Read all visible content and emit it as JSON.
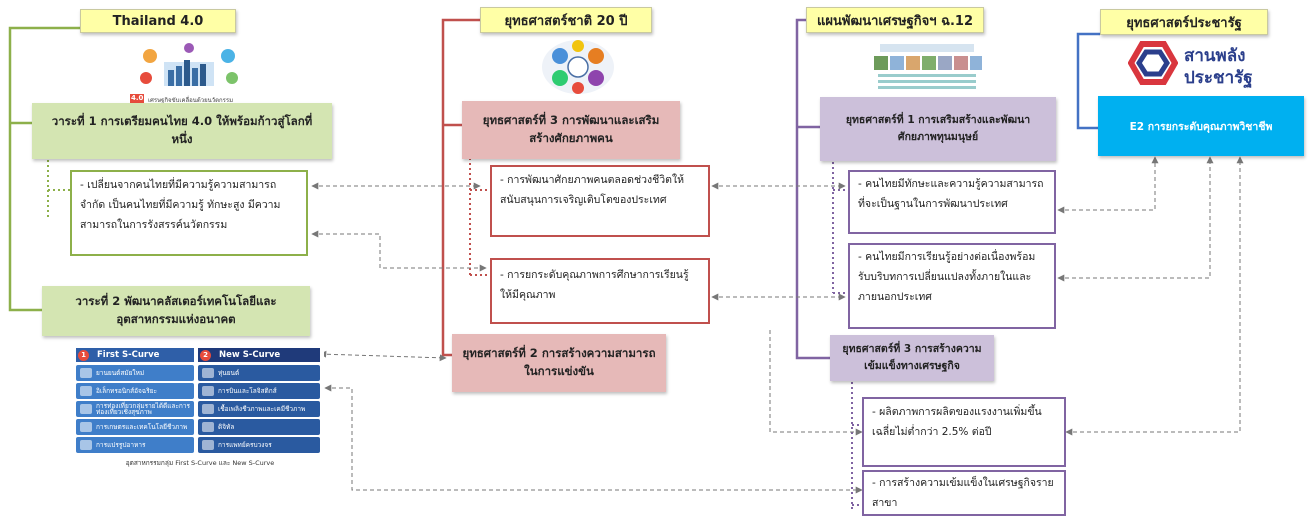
{
  "headers": {
    "thailand": "Thailand 4.0",
    "national": "ยุทธศาสตร์ชาติ 20 ปี",
    "plan": "แผนพัฒนาเศรษฐกิจฯ ฉ.12",
    "state": "ยุทธศาสตร์ประชารัฐ"
  },
  "images": {
    "thailand_caption": "เศรษฐกิจขับเคลื่อนด้วยนวัตกรรม",
    "thailand_badge": "4.0",
    "logo_line1": "สานพลัง",
    "logo_line2": "ประชารัฐ"
  },
  "agenda": {
    "a1": "วาระที่ 1 การเตรียมคนไทย 4.0 ให้พร้อมก้าวสู่โลกที่หนึ่ง",
    "a1_text": "- เปลี่ยนจากคนไทยที่มีความรู้ความสามารถจำกัด  เป็นคนไทยที่มีความรู้ ทักษะสูง มีความสามารถในการรังสรรค์นวัตกรรม",
    "a2": "วาระที่ 2 พัฒนาคลัสเตอร์เทคโนโลยีและอุตสาหกรรมแห่งอนาคต"
  },
  "scurve": {
    "first_num": "1",
    "first_title": "First S-Curve",
    "new_num": "2",
    "new_title": "New S-Curve",
    "first_items": [
      "ยานยนต์สมัยใหม่",
      "อิเล็กทรอนิกส์อัจฉริยะ",
      "การท่องเที่ยวกลุ่มรายได้ดีและการท่องเที่ยวเชิงสุขภาพ",
      "การเกษตรและเทคโนโลยีชีวภาพ",
      "การแปรรูปอาหาร"
    ],
    "new_items": [
      "หุ่นยนต์",
      "การบินและโลจิสติกส์",
      "เชื้อเพลิงชีวภาพและเคมีชีวภาพ",
      "ดิจิทัล",
      "การแพทย์ครบวงจร"
    ],
    "caption": "อุตสาหกรรมกลุ่ม First S-Curve และ New S-Curve"
  },
  "national": {
    "s3": "ยุทธศาสตร์ที่ 3 การพัฒนาและเสริมสร้างศักยภาพคน",
    "s3_t1": "- การพัฒนาศักยภาพคนตลอดช่วงชีวิตให้สนับสนุนการเจริญเติบโตของประเทศ",
    "s3_t2": "- การยกระดับคุณภาพการศึกษาการเรียนรู้ให้มีคุณภาพ",
    "s2": "ยุทธศาสตร์ที่ 2 การสร้างความสามารถในการแข่งขัน"
  },
  "plan": {
    "s1": "ยุทธศาสตร์ที่ 1 การเสริมสร้างและพัฒนาศักยภาพทุนมนุษย์",
    "s1_t1": "- คนไทยมีทักษะและความรู้ความสามารถที่จะเป็นฐานในการพัฒนาประเทศ",
    "s1_t2": "- คนไทยมีการเรียนรู้อย่างต่อเนื่องพร้อมรับบริบทการเปลี่ยนแปลงทั้งภายในและภายนอกประเทศ",
    "s3": "ยุทธศาสตร์ที่ 3 การสร้างความเข้มแข็งทางเศรษฐกิจ",
    "s3_t1": "- ผลิตภาพการผลิตของแรงงานเพิ่มขึ้นเฉลี่ยไม่ต่ำกว่า  2.5% ต่อปี",
    "s3_t2": "- การสร้างความเข้มแข็งในเศรษฐกิจรายสาขา"
  },
  "state": {
    "e2": "E2 การยกระดับคุณภาพวิชาชีพ"
  },
  "colors": {
    "header_bg": "#ffffa6",
    "green": "#8db04a",
    "green_fill": "#d4e5b2",
    "red": "#c0504d",
    "pink_fill": "#e6b9b8",
    "purple": "#8064a2",
    "lavender_fill": "#ccc0da",
    "blue": "#4472c4",
    "cyan_fill": "#00b0f0"
  }
}
